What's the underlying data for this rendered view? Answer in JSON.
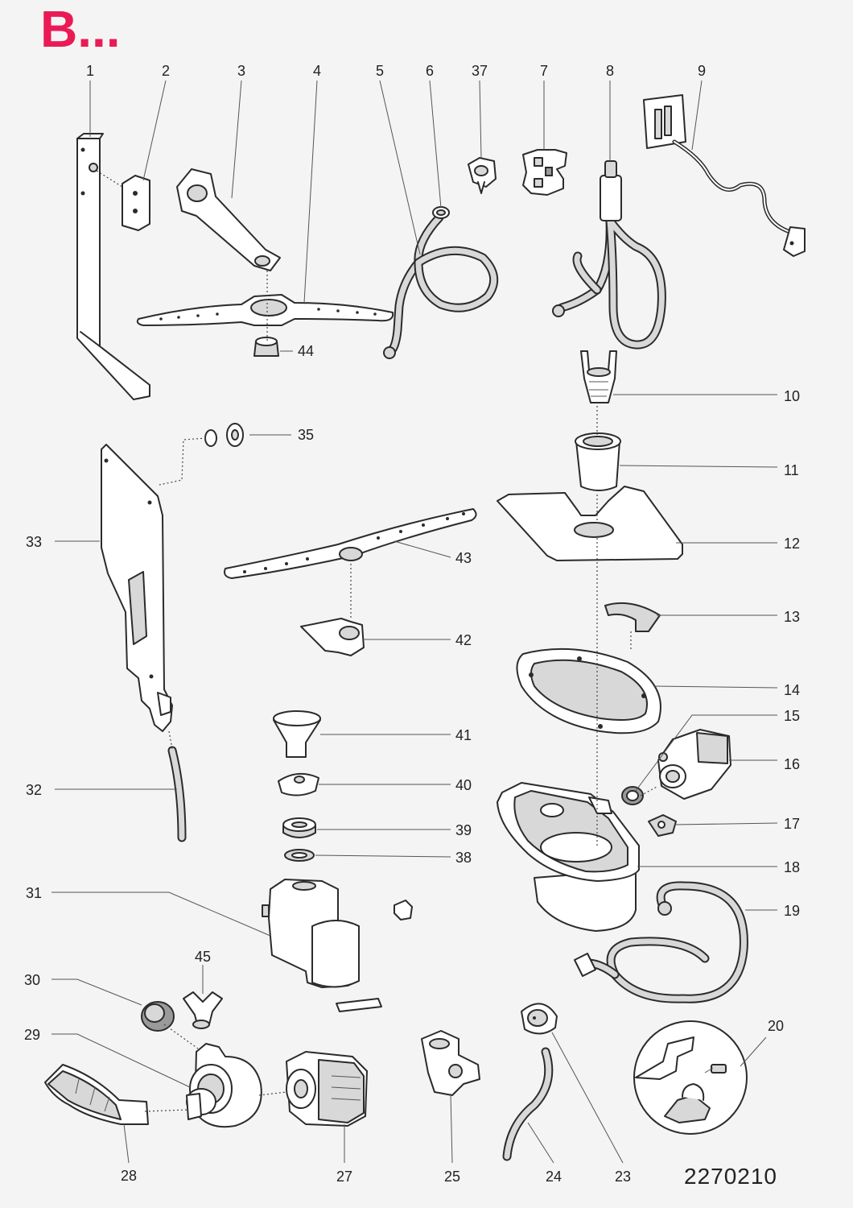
{
  "header": {
    "title": "B...",
    "title_color": "#ea1a55"
  },
  "footer": {
    "document_number": "2270210"
  },
  "part_labels": {
    "p1": "1",
    "p2": "2",
    "p3": "3",
    "p4": "4",
    "p5": "5",
    "p6": "6",
    "p37": "37",
    "p7": "7",
    "p8": "8",
    "p9": "9",
    "p10": "10",
    "p11": "11",
    "p12": "12",
    "p13": "13",
    "p14": "14",
    "p15": "15",
    "p16": "16",
    "p17": "17",
    "p18": "18",
    "p19": "19",
    "p20": "20",
    "p23": "23",
    "p24": "24",
    "p25": "25",
    "p27": "27",
    "p28": "28",
    "p29": "29",
    "p30": "30",
    "p31": "31",
    "p32": "32",
    "p33": "33",
    "p35": "35",
    "p38": "38",
    "p39": "39",
    "p40": "40",
    "p41": "41",
    "p42": "42",
    "p43": "43",
    "p44": "44",
    "p45": "45"
  }
}
